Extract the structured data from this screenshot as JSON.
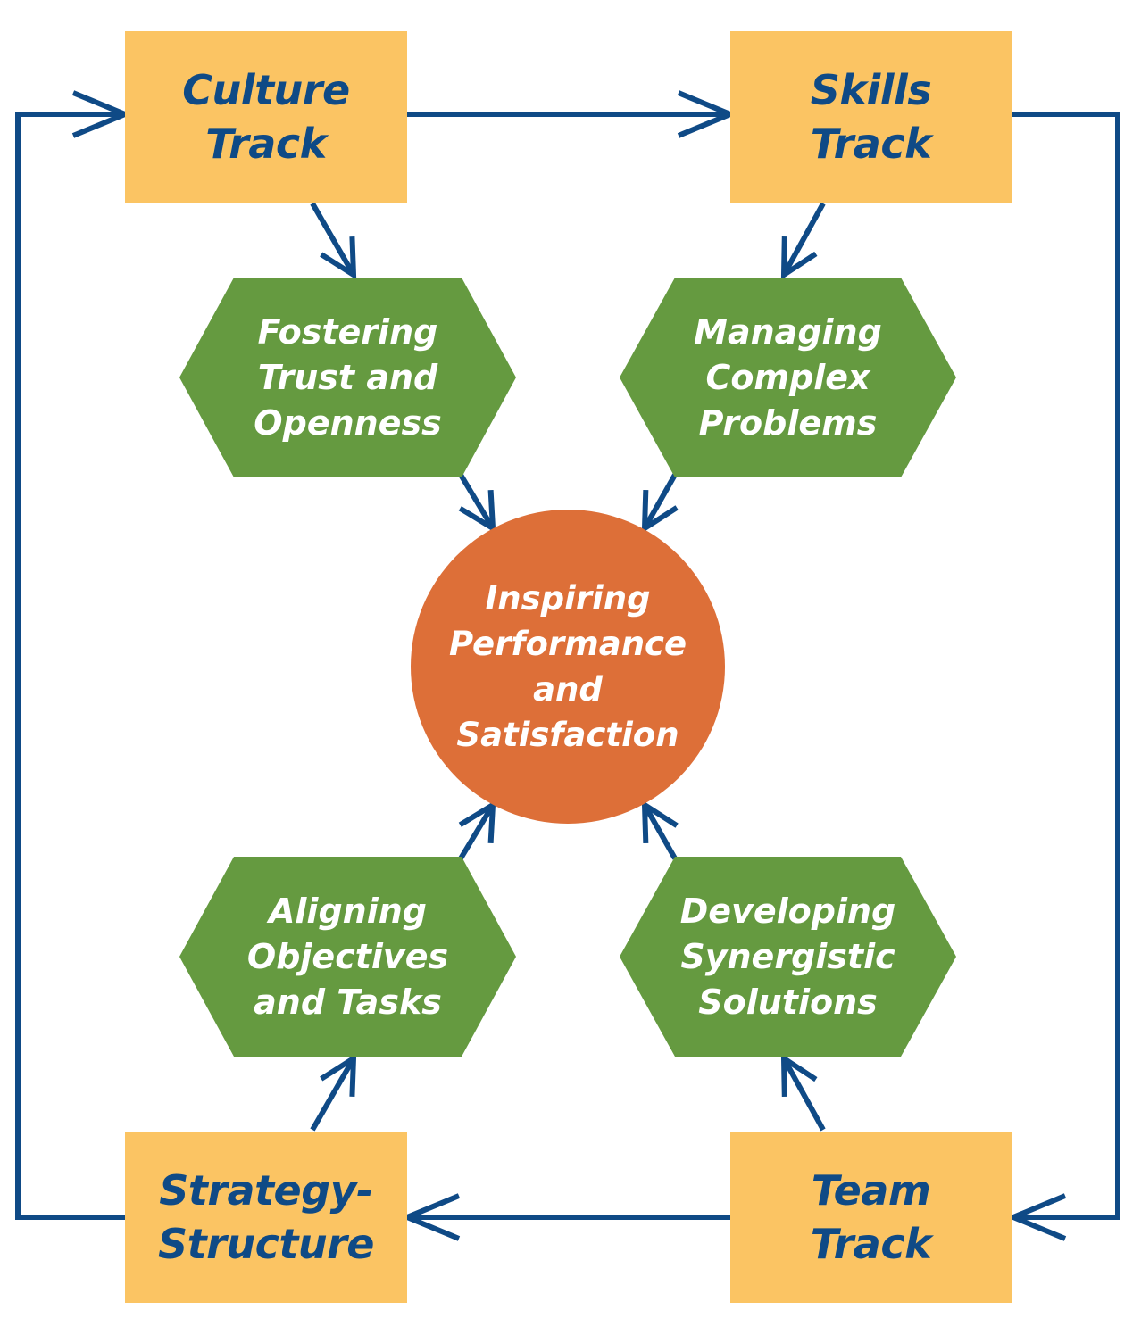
{
  "colors": {
    "track_box": "#fbc463",
    "track_text": "#0f4a86",
    "hexagon": "#659a40",
    "center": "#dd6f38",
    "arrow": "#0f4a86",
    "node_text": "#ffffff"
  },
  "tracks": {
    "culture": {
      "line1": "Culture",
      "line2": "Track"
    },
    "skills": {
      "line1": "Skills",
      "line2": "Track"
    },
    "strategy": {
      "line1": "Strategy-",
      "line2": "Structure"
    },
    "team": {
      "line1": "Team",
      "line2": "Track"
    }
  },
  "hexagons": {
    "trust": {
      "line1": "Fostering",
      "line2": "Trust and",
      "line3": "Openness"
    },
    "problems": {
      "line1": "Managing",
      "line2": "Complex",
      "line3": "Problems"
    },
    "objectives": {
      "line1": "Aligning",
      "line2": "Objectives",
      "line3": "and Tasks"
    },
    "solutions": {
      "line1": "Developing",
      "line2": "Synergistic",
      "line3": "Solutions"
    }
  },
  "center": {
    "line1": "Inspiring",
    "line2": "Performance",
    "line3": "and",
    "line4": "Satisfaction"
  }
}
